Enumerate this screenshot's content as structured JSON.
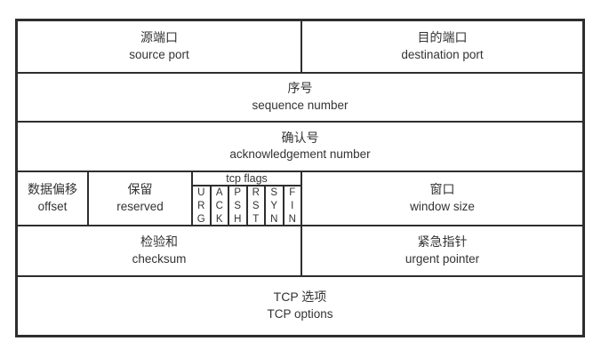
{
  "colors": {
    "background": "#ffffff",
    "border": "#2e2e2e",
    "text": "#333333"
  },
  "fields": {
    "source_port": {
      "zh": "源端口",
      "en": "source port"
    },
    "destination_port": {
      "zh": "目的端口",
      "en": "destination port"
    },
    "sequence_number": {
      "zh": "序号",
      "en": "sequence number"
    },
    "acknowledgement_number": {
      "zh": "确认号",
      "en": "acknowledgement number"
    },
    "offset": {
      "zh": "数据偏移",
      "en": "offset"
    },
    "reserved": {
      "zh": "保留",
      "en": "reserved"
    },
    "tcp_flags": {
      "label": "tcp flags",
      "flags": [
        [
          "U",
          "R",
          "G"
        ],
        [
          "A",
          "C",
          "K"
        ],
        [
          "P",
          "S",
          "H"
        ],
        [
          "R",
          "S",
          "T"
        ],
        [
          "S",
          "Y",
          "N"
        ],
        [
          "F",
          "I",
          "N"
        ]
      ]
    },
    "window_size": {
      "zh": "窗口",
      "en": "window size"
    },
    "checksum": {
      "zh": "检验和",
      "en": "checksum"
    },
    "urgent_pointer": {
      "zh": "紧急指针",
      "en": "urgent pointer"
    },
    "tcp_options": {
      "zh": "TCP 选项",
      "en": "TCP options"
    }
  }
}
